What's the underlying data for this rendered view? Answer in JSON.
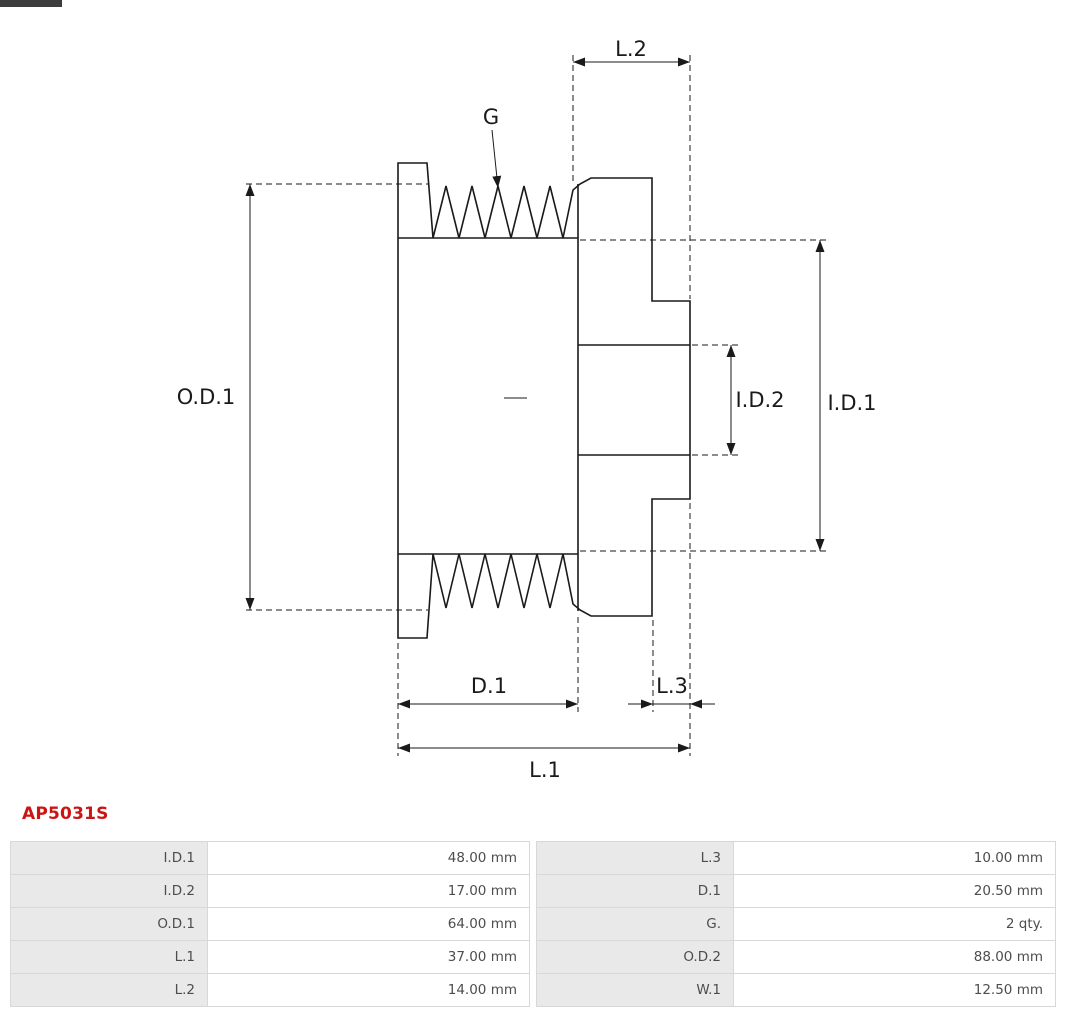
{
  "part_number": "AP5031S",
  "drawing": {
    "labels": {
      "l2": "L.2",
      "g": "G",
      "od1": "O.D.1",
      "id1": "I.D.1",
      "id2": "I.D.2",
      "d1": "D.1",
      "l3": "L.3",
      "l1": "L.1"
    }
  },
  "spec_table": {
    "left": [
      {
        "label": "I.D.1",
        "value": "48.00 mm"
      },
      {
        "label": "I.D.2",
        "value": "17.00 mm"
      },
      {
        "label": "O.D.1",
        "value": "64.00 mm"
      },
      {
        "label": "L.1",
        "value": "37.00 mm"
      },
      {
        "label": "L.2",
        "value": "14.00 mm"
      }
    ],
    "right": [
      {
        "label": "L.3",
        "value": "10.00 mm"
      },
      {
        "label": "D.1",
        "value": "20.50 mm"
      },
      {
        "label": "G.",
        "value": "2 qty."
      },
      {
        "label": "O.D.2",
        "value": "88.00 mm"
      },
      {
        "label": "W.1",
        "value": "12.50 mm"
      }
    ]
  },
  "colors": {
    "part_number_red": "#cc1414",
    "table_label_bg": "#e9e9e9",
    "table_border": "#d8d8d8",
    "line_color": "#1a1a1a",
    "background": "#ffffff"
  }
}
